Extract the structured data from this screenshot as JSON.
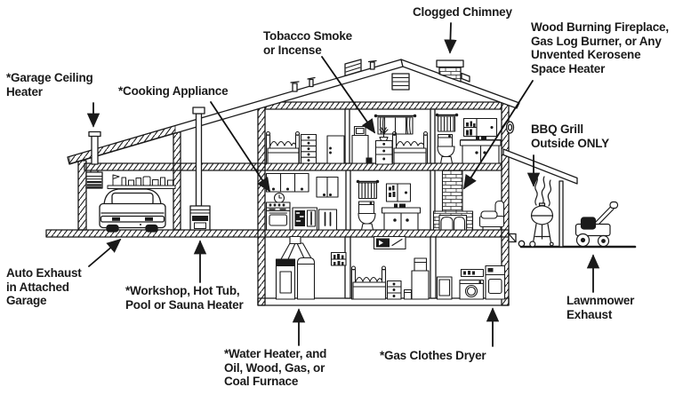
{
  "colors": {
    "ink": "#1a1a1a",
    "background": "#ffffff"
  },
  "labels": {
    "garage_heater": "*Garage Ceiling\nHeater",
    "cooking": "*Cooking Appliance",
    "tobacco": "Tobacco Smoke\nor Incense",
    "clogged_chimney": "Clogged Chimney",
    "wood_burning": "Wood Burning Fireplace,\nGas Log Burner, or Any\nUnvented Kerosene\nSpace Heater",
    "bbq": "BBQ Grill\nOutside ONLY",
    "auto_exhaust": "Auto Exhaust\nin Attached\nGarage",
    "workshop": "*Workshop, Hot Tub,\nPool or Sauna Heater",
    "water_heater": "*Water Heater, and\nOil, Wood, Gas, or\nCoal Furnace",
    "gas_dryer": "*Gas Clothes Dryer",
    "lawnmower": "Lawnmower\nExhaust"
  },
  "arrows": [
    {
      "from": "Clogged Chimney",
      "points_to": "chimney on roof"
    },
    {
      "from": "Wood Burning Fireplace / Gas Log Burner / Unvented Kerosene Space Heater",
      "points_to": "fireplace chimney column in living room"
    },
    {
      "from": "Tobacco Smoke or Incense",
      "points_to": "incense plant on bedroom dresser"
    },
    {
      "from": "*Garage Ceiling Heater",
      "points_to": "heater vent above garage roof"
    },
    {
      "from": "*Cooking Appliance",
      "points_to": "kitchen stove"
    },
    {
      "from": "BBQ Grill Outside ONLY",
      "points_to": "smoking BBQ grill outside"
    },
    {
      "from": "Auto Exhaust in Attached Garage",
      "points_to": "garage floor under car"
    },
    {
      "from": "*Workshop, Hot Tub, Pool or Sauna Heater",
      "points_to": "workshop heater"
    },
    {
      "from": "*Water Heater, and Oil, Wood, Gas, or Coal Furnace",
      "points_to": "basement furnace room"
    },
    {
      "from": "*Gas Clothes Dryer",
      "points_to": "basement laundry area"
    },
    {
      "from": "Lawnmower Exhaust",
      "points_to": "lawnmower outside"
    }
  ],
  "elements": [
    "house cross-section",
    "attached garage with car",
    "garage ceiling heater",
    "storage shelf",
    "workshop heater with flue",
    "gable roof",
    "brick chimney",
    "attic louver vent",
    "roof vent pipes",
    "second floor bedrooms and bathroom",
    "first floor kitchen, bathroom and living room with fireplace and armchair",
    "basement with furnace, water heater, bedroom, washer and dryer",
    "porch overhang with post",
    "kettle BBQ grill with smoke",
    "push lawnmower"
  ]
}
